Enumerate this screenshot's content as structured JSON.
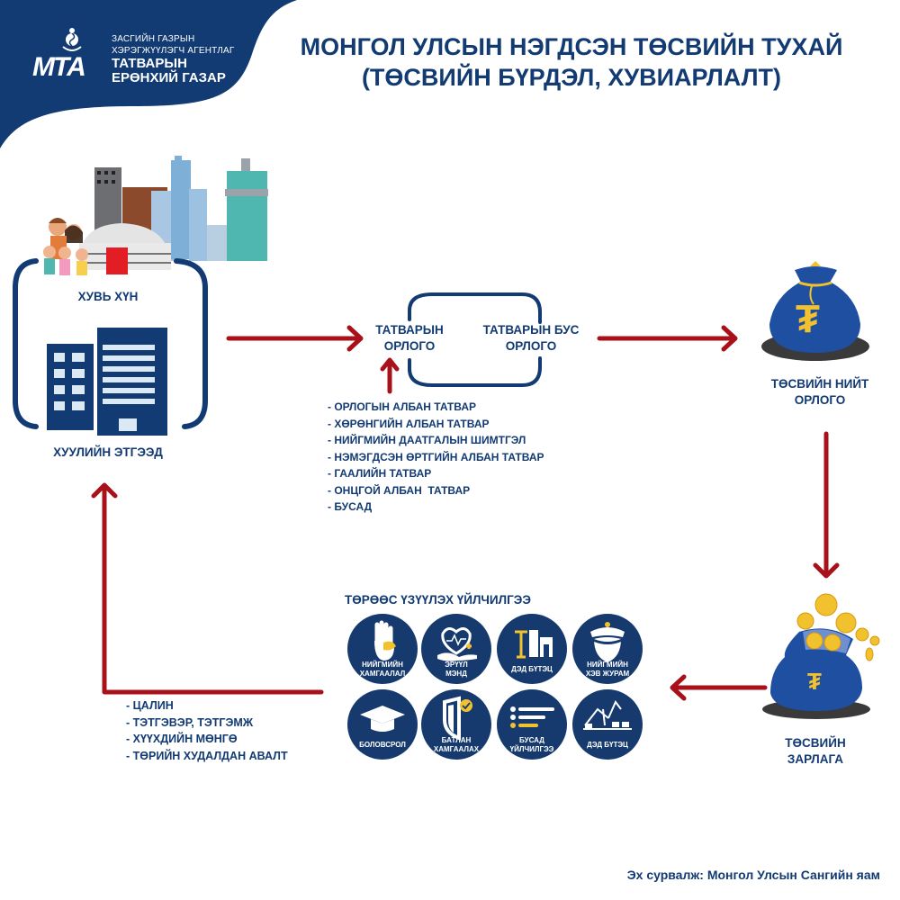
{
  "header": {
    "org_line1": "ЗАСГИЙН ГАЗРЫН",
    "org_line2": "ХЭРЭГЖҮҮЛЭГЧ АГЕНТЛАГ",
    "org_name1": "ТАТВАРЫН",
    "org_name2": "ЕРӨНХИЙ ГАЗАР",
    "logo_text": "МТА",
    "brand_color": "#123a73"
  },
  "title": {
    "line1": "МОНГОЛ УЛСЫН НЭГДСЭН ТӨСВИЙН ТУХАЙ",
    "line2": "(ТӨСВИЙН БҮРДЭЛ, ХУВИАРЛАЛТ)"
  },
  "sources": {
    "individual": "ХУВЬ ХҮН",
    "legal_entity": "ХУУЛИЙН ЭТГЭЭД"
  },
  "revenue": {
    "tax": [
      "ТАТВАРЫН",
      "ОРЛОГО"
    ],
    "non_tax": [
      "ТАТВАРЫН БУС",
      "ОРЛОГО"
    ],
    "tax_items": [
      "- ОРЛОГЫН АЛБАН ТАТВАР",
      "- ХӨРӨНГИЙН АЛБАН ТАТВАР",
      "- НИЙГМИЙН ДААТГАЛЫН ШИМТГЭЛ",
      "- НЭМЭГДСЭН ӨРТГИЙН АЛБАН ТАТВАР",
      "- ГААЛИЙН ТАТВАР",
      "- ОНЦГОЙ АЛБАН  ТАТВАР",
      "- БУСАД"
    ]
  },
  "budget_revenue": [
    "ТӨСВИЙН НИЙТ",
    "ОРЛОГО"
  ],
  "budget_expense": [
    "ТӨСВИЙН",
    "ЗАРЛАГА"
  ],
  "currency_symbol": "₮",
  "services": {
    "title": "ТӨРӨӨС ҮЗҮҮЛЭХ ҮЙЛЧИЛГЭЭ",
    "items": [
      {
        "icon": "hand-icon",
        "line1": "НИЙГМИЙН",
        "line2": "ХАМГААЛАЛ"
      },
      {
        "icon": "health-icon",
        "line1": "ЭРҮҮЛ",
        "line2": "МЭНД"
      },
      {
        "icon": "buildings-icon",
        "line1": "ДЭД БҮТЭЦ",
        "line2": ""
      },
      {
        "icon": "police-cap-icon",
        "line1": "НИЙГМИЙН",
        "line2": "ХЭВ ЖУРАМ"
      },
      {
        "icon": "graduation-cap-icon",
        "line1": "БОЛОВСРОЛ",
        "line2": ""
      },
      {
        "icon": "shield-check-icon",
        "line1": "БАТЛАН",
        "line2": "ХАМГААЛАХ"
      },
      {
        "icon": "list-icon",
        "line1": "БУСАД",
        "line2": "ҮЙЛЧИЛГЭЭ"
      },
      {
        "icon": "industry-icon",
        "line1": "ДЭД БҮТЭЦ",
        "line2": ""
      }
    ]
  },
  "spending_items": [
    "- ЦАЛИН",
    "- ТЭТГЭВЭР, ТЭТГЭМЖ",
    "- ХҮҮХДИЙН МӨНГӨ",
    "- ТӨРИЙН ХУДАЛДАН АВАЛТ"
  ],
  "footer": {
    "source": "Эх сурвалж: Монгол Улсын Сангийн яам"
  },
  "colors": {
    "arrow": "#a8101a",
    "navy": "#123a73",
    "gold": "#f2c12e"
  }
}
